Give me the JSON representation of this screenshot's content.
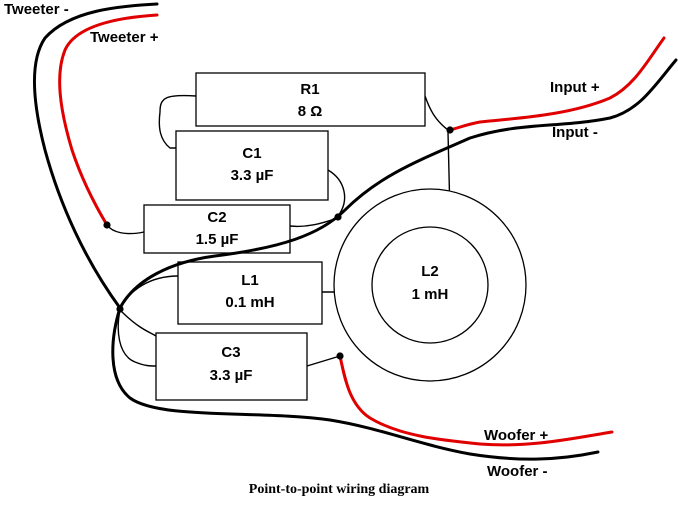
{
  "caption": "Point-to-point wiring diagram",
  "terminals": {
    "tweeter_minus": "Tweeter -",
    "tweeter_plus": "Tweeter +",
    "input_plus": "Input +",
    "input_minus": "Input -",
    "woofer_plus": "Woofer +",
    "woofer_minus": "Woofer -"
  },
  "components": {
    "r1": {
      "name": "R1",
      "value": "8 Ω"
    },
    "c1": {
      "name": "C1",
      "value": "3.3 µF"
    },
    "c2": {
      "name": "C2",
      "value": "1.5 µF"
    },
    "l1": {
      "name": "L1",
      "value": "0.1 mH"
    },
    "l2": {
      "name": "L2",
      "value": "1 mH"
    },
    "c3": {
      "name": "C3",
      "value": "3.3 µF"
    }
  },
  "colors": {
    "positive_wire": "#e00000",
    "negative_wire": "#000000"
  }
}
